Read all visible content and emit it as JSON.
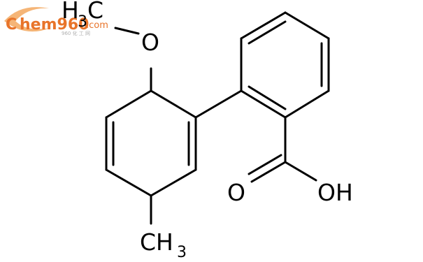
{
  "watermark": {
    "brand_c": "C",
    "brand_rest": "hem960",
    "brand_tld": ".com",
    "tagline": "960 化 工 网",
    "brand_color": "#e8742a",
    "brand_color_2": "#f3a85f"
  },
  "molecule": {
    "atoms": {
      "methoxy_c": "H",
      "methoxy_c_sub": "3",
      "methoxy_c_tail": "C",
      "methoxy_o": "O",
      "carbonyl_o": "O",
      "hydroxyl": "OH",
      "methyl_c": "CH",
      "methyl_c_sub": "3"
    }
  }
}
